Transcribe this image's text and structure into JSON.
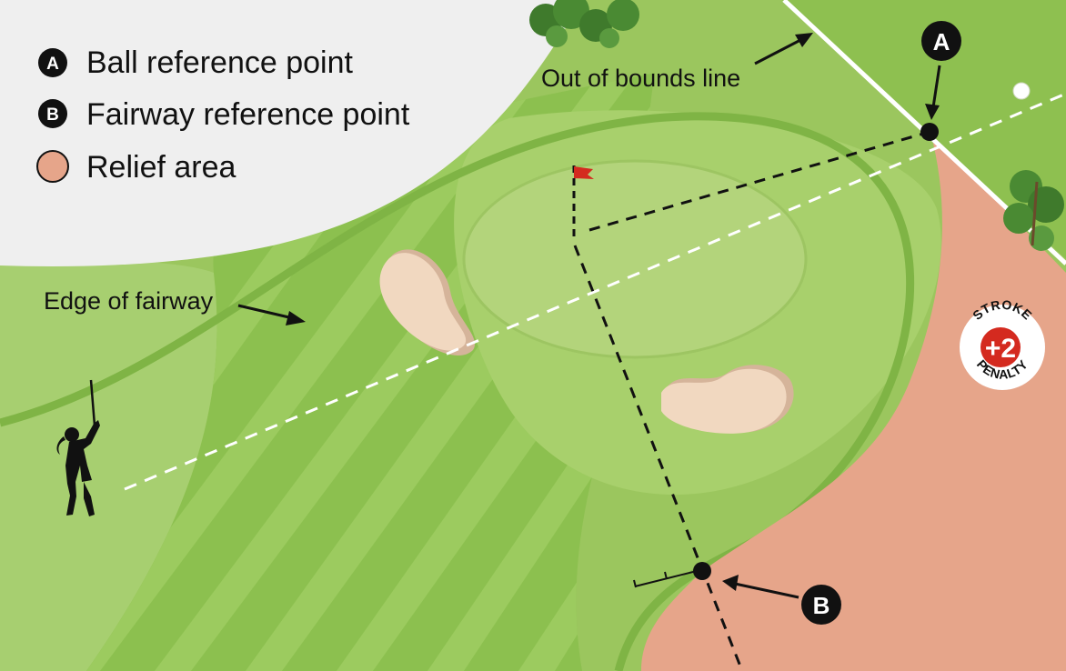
{
  "legend": {
    "items": [
      {
        "marker": "A",
        "label": "Ball reference point"
      },
      {
        "marker": "B",
        "label": "Fairway reference point"
      },
      {
        "marker": "",
        "label": "Relief area"
      }
    ]
  },
  "annotations": {
    "out_of_bounds": "Out of bounds line",
    "edge_of_fairway": "Edge of fairway",
    "marker_a": "A",
    "marker_b": "B"
  },
  "penalty_badge": {
    "top_text": "STROKE",
    "value": "+2",
    "bottom_text": "PENALTY"
  },
  "colors": {
    "rough": "#9bc65e",
    "fairway": "#8cc04f",
    "green": "#b3d47b",
    "relief_area": "#e6a58a",
    "bunker": "#f1d8c0",
    "out_of_bounds_white": "#ffffff",
    "background_gray": "#efefef",
    "flag": "#d42a1f"
  }
}
